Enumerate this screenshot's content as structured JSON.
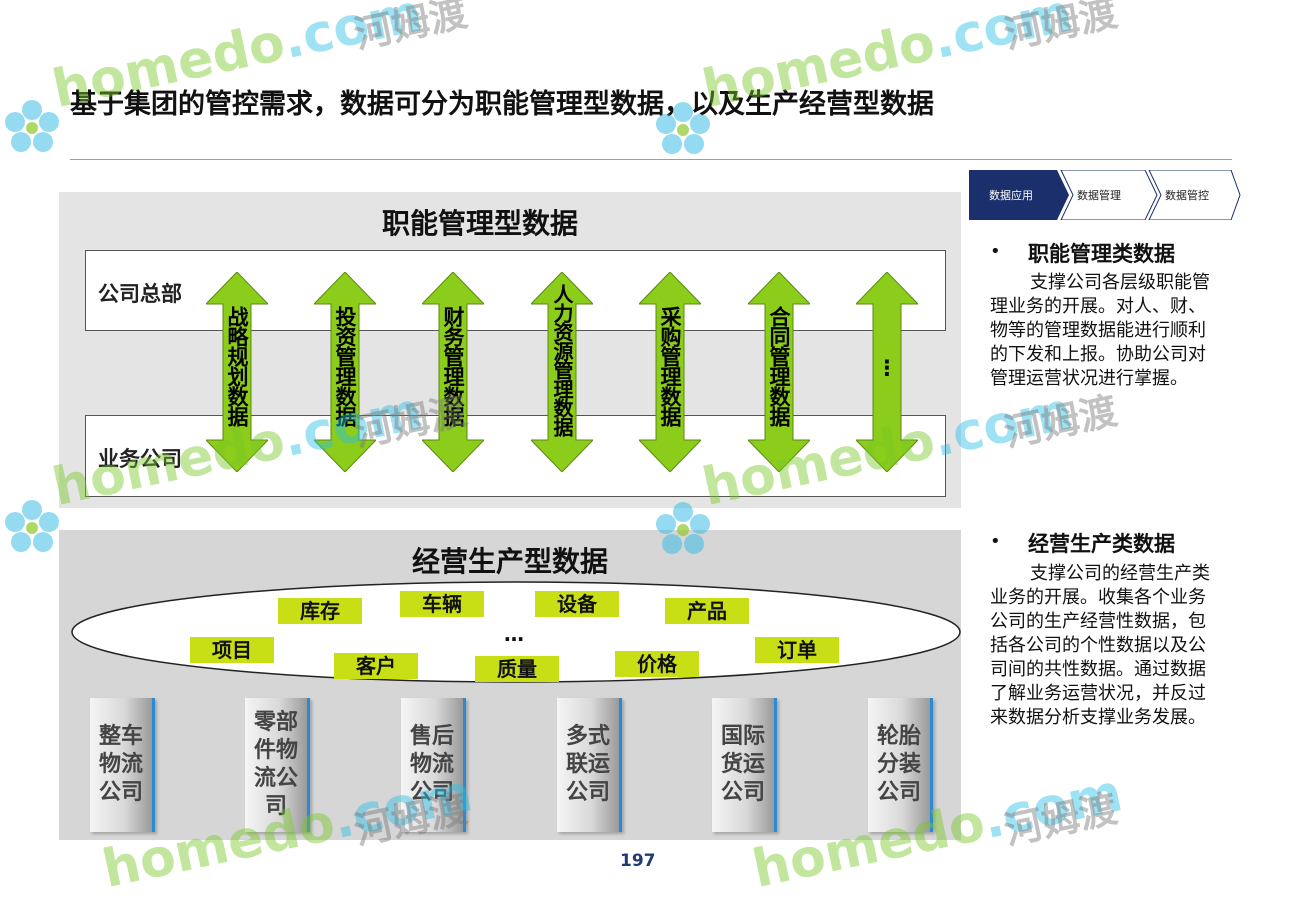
{
  "title": "基于集团的管控需求，数据可分为职能管理型数据，以及生产经营型数据",
  "top_panel": {
    "title": "职能管理型数据",
    "hq_label": "公司总部",
    "biz_label": "业务公司",
    "arrows": [
      {
        "label": "战略规划数据"
      },
      {
        "label": "投资管理数据"
      },
      {
        "label": "财务管理数据"
      },
      {
        "label": "人力资源管理数据"
      },
      {
        "label": "采购管理数据"
      },
      {
        "label": "合同管理数据"
      },
      {
        "label": "⋮"
      }
    ]
  },
  "bottom_panel": {
    "title": "经营生产型数据",
    "tags": [
      "库存",
      "车辆",
      "设备",
      "产品",
      "项目",
      "客户",
      "质量",
      "价格",
      "订单"
    ],
    "ellipsis": "…",
    "companies": [
      "整车物流公司",
      "零部件物流公司",
      "售后物流公司",
      "多式联运公司",
      "国际货运公司",
      "轮胎分装公司"
    ]
  },
  "tabs": [
    "数据应用",
    "数据管理",
    "数据管控"
  ],
  "side": {
    "section1": {
      "bullet": "•",
      "heading": "职能管理类数据",
      "body": "支撑公司各层级职能管理业务的开展。对人、财、物等的管理数据能进行顺利的下发和上报。协助公司对管理运营状况进行掌握。"
    },
    "section2": {
      "bullet": "•",
      "heading": "经营生产类数据",
      "body": "支撑公司的经营生产类业务的开展。收集各个业务公司的生产经营性数据，包括各公司的个性数据以及公司间的共性数据。通过数据了解业务运营状况，并反过来数据分析支撑业务发展。"
    }
  },
  "page_number": "197",
  "watermark": {
    "en": "homedo",
    "com": ".com",
    "cn": "河姆渡"
  },
  "colors": {
    "arrow_fill": "#8ccc1a",
    "tag_fill": "#c8df16",
    "tab_active": "#1a2f6b",
    "company_accent": "#2b8ad4"
  }
}
